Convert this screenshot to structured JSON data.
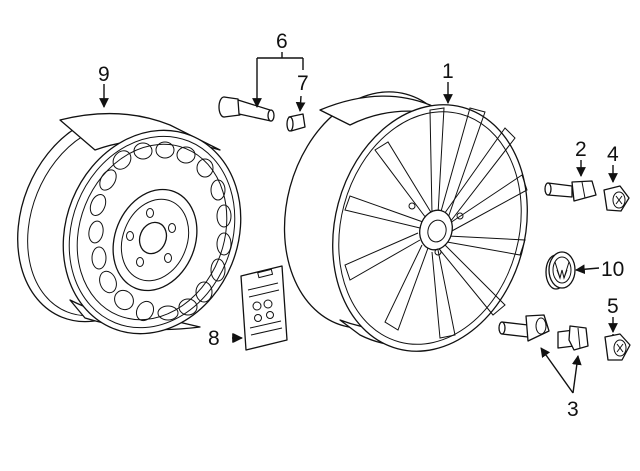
{
  "callouts": [
    {
      "id": "callout-1",
      "text": "1"
    },
    {
      "id": "callout-2",
      "text": "2"
    },
    {
      "id": "callout-3",
      "text": "3"
    },
    {
      "id": "callout-4",
      "text": "4"
    },
    {
      "id": "callout-5",
      "text": "5"
    },
    {
      "id": "callout-6",
      "text": "6"
    },
    {
      "id": "callout-7",
      "text": "7"
    },
    {
      "id": "callout-8",
      "text": "8"
    },
    {
      "id": "callout-9",
      "text": "9"
    },
    {
      "id": "callout-10",
      "text": "10"
    }
  ]
}
